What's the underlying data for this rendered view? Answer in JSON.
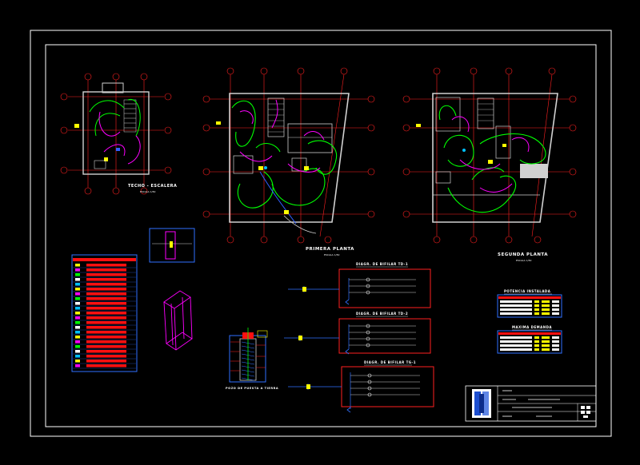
{
  "drawing": {
    "background": "#000000",
    "colors": {
      "frame": "#ffffff",
      "walls": "#d0d0d0",
      "grid": "#ff2020",
      "circuit_green": "#00ff00",
      "circuit_magenta": "#ff00ff",
      "circuit_blue": "#3060ff",
      "diagram_frame": "#ff2020",
      "symbol_yellow": "#ffff00",
      "table_fill": "#ff1010",
      "table_border": "#3070ff",
      "cyan": "#00c0ff"
    },
    "plans": [
      {
        "id": "plan-techo-escalera",
        "title": "TECHO - ESCALERA",
        "scale": "ESCALA 1/50"
      },
      {
        "id": "plan-primera-planta",
        "title": "PRIMERA PLANTA",
        "scale": "ESCALA 1/50"
      },
      {
        "id": "plan-segunda-planta",
        "title": "SEGUNDA PLANTA",
        "scale": "ESCALA 1/50"
      }
    ],
    "single_line_diagrams": [
      {
        "id": "diagram-1",
        "title": "DIAGR. DE BIFILAR TD-1"
      },
      {
        "id": "diagram-2",
        "title": "DIAGR. DE BIFILAR TD-2"
      },
      {
        "id": "diagram-3",
        "title": "DIAGR. DE BIFILAR TG-1"
      }
    ],
    "details": {
      "pozo_title": "POZO DE PUESTA A TIERRA"
    },
    "summary_tables": [
      {
        "id": "table-primera",
        "title": "POTENCIA INSTALADA"
      },
      {
        "id": "table-segunda",
        "title": "MAXIMA DEMANDA"
      }
    ],
    "title_block": {
      "logo": "university-logo"
    }
  }
}
